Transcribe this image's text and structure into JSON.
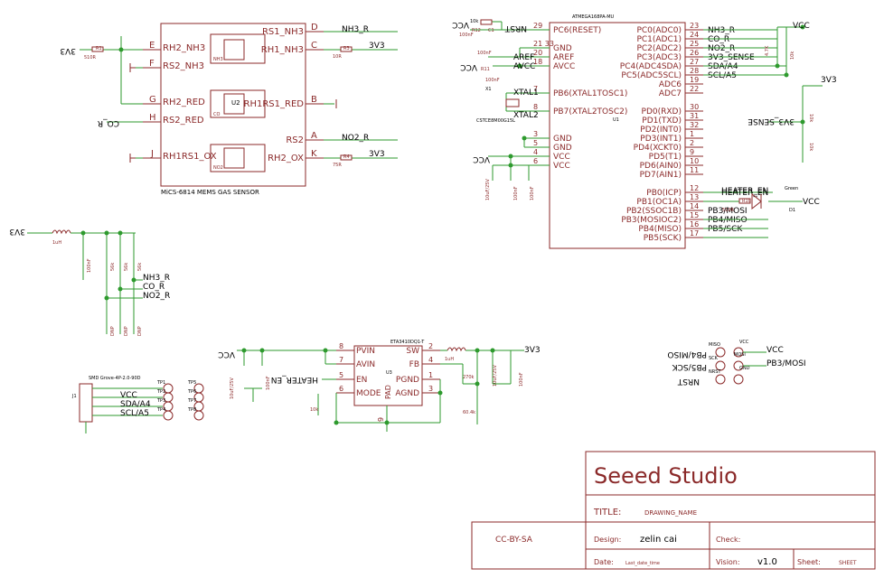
{
  "colors": {
    "symbol": "#8b2a2a",
    "wire": "#2e9a2e",
    "junction": "#2e9a2e",
    "text": "#000000",
    "frame": "#8b2a2a"
  },
  "gas_sensor": {
    "part": "MiCS-6814 MEMS GAS SENSOR",
    "pins_left": [
      "RH2_NH3",
      "RS2_NH3",
      "RH2_RED",
      "RS2_RED",
      "RH1RS1_OX"
    ],
    "pins_left_num": [
      "E",
      "F",
      "G",
      "H",
      "J"
    ],
    "pins_right": [
      "RS1_NH3",
      "RH1_NH3",
      "RH1RS1_RED",
      "RS2",
      "RH2_OX"
    ],
    "pins_right_num": [
      "D",
      "C",
      "B",
      "A",
      "K"
    ],
    "inner": [
      "NH3",
      "U2",
      "CO",
      "NO2"
    ],
    "input_net": "3V3",
    "input_res": "R1",
    "input_res_val": "510R",
    "net_nh3": "NH3_R",
    "net_co": "CO_R",
    "net_no2": "NO2_R",
    "r_right_top": "R3",
    "r_right_top_val": "10R",
    "r_right_bot": "R4",
    "r_right_bot_val": "75R",
    "net_3v3": "3V3"
  },
  "mcu": {
    "part": "ATMEGA168PA-MU",
    "ref": "U1",
    "left_pins": [
      {
        "num": "29",
        "name": "PC6(RESET)"
      },
      {
        "num": "21 33",
        "name": "GND"
      },
      {
        "num": "20",
        "name": "AREF"
      },
      {
        "num": "18",
        "name": "AVCC"
      },
      {
        "num": "7",
        "name": "PB6(XTAL1TOSC1)"
      },
      {
        "num": "8",
        "name": "PB7(XTAL2TOSC2)"
      },
      {
        "num": "3",
        "name": "GND"
      },
      {
        "num": "5",
        "name": "GND"
      },
      {
        "num": "4",
        "name": "VCC"
      },
      {
        "num": "6",
        "name": "VCC"
      }
    ],
    "right_pins": [
      {
        "num": "23",
        "name": "PC0(ADC0)",
        "net": "NH3_R"
      },
      {
        "num": "24",
        "name": "PC1(ADC1)",
        "net": "CO_R"
      },
      {
        "num": "25",
        "name": "PC2(ADC2)",
        "net": "NO2_R"
      },
      {
        "num": "26",
        "name": "PC3(ADC3)",
        "net": "3V3_SENSE"
      },
      {
        "num": "27",
        "name": "PC4(ADC4SDA)",
        "net": "SDA/A4"
      },
      {
        "num": "28",
        "name": "PC5(ADC5SCL)",
        "net": "SCL/A5"
      },
      {
        "num": "19",
        "name": "ADC6",
        "net": ""
      },
      {
        "num": "22",
        "name": "ADC7",
        "net": ""
      },
      {
        "num": "30",
        "name": "PD0(RXD)",
        "net": ""
      },
      {
        "num": "31",
        "name": "PD1(TXD)",
        "net": ""
      },
      {
        "num": "32",
        "name": "PD2(INT0)",
        "net": ""
      },
      {
        "num": "1",
        "name": "PD3(INT1)",
        "net": ""
      },
      {
        "num": "2",
        "name": "PD4(XCKT0)",
        "net": ""
      },
      {
        "num": "9",
        "name": "PD5(T1)",
        "net": ""
      },
      {
        "num": "10",
        "name": "PD6(AIN0)",
        "net": ""
      },
      {
        "num": "11",
        "name": "PD7(AIN1)",
        "net": ""
      },
      {
        "num": "12",
        "name": "PB0(ICP)",
        "net": "HEATER_EN"
      },
      {
        "num": "13",
        "name": "PB1(OC1A)",
        "net": ""
      },
      {
        "num": "14",
        "name": "PB2(SSOC1B)",
        "net": "PB3/MOSI"
      },
      {
        "num": "15",
        "name": "PB3(MOSIOC2)",
        "net": "PB4/MISO"
      },
      {
        "num": "16",
        "name": "PB4(MISO)",
        "net": "PB5/SCK"
      },
      {
        "num": "17",
        "name": "PB5(SCK)",
        "net": ""
      }
    ],
    "vcc": "VCC",
    "nrst": "NRST",
    "r12": "R12",
    "r12_val": "10k",
    "c_reset": "C1",
    "c_reset_val": "100nF",
    "c_aref": "100nF",
    "r11": "R11",
    "avcc_cap": "100nF",
    "aref": "AREF",
    "avcc": "AVCC",
    "xtal1": "XTAL1",
    "xtal2": "XTAL2",
    "crystal": "X1",
    "crystal_part": "CSTCE8M00G15L",
    "dec_caps": [
      "10uF/25V",
      "100nF",
      "100nF"
    ],
    "vcc_left": "VCC",
    "pullup_vcc": "VCC",
    "pullup_left": "4.7K",
    "pullup_right": "10k",
    "sense_3v3": "3V3",
    "sense_net": "3V3_SENSE",
    "sense_r_top": "10k",
    "sense_r_bot": "10k",
    "heater_en": "HEATER_EN",
    "led_res": "R10",
    "led_res_val": "510R",
    "led": "D1",
    "led_color": "Green",
    "led_vcc": "VCC"
  },
  "filter": {
    "net": "3V3",
    "inductor": "1uH",
    "cap": "100nF",
    "res": [
      "56k",
      "56k",
      "56k"
    ],
    "nets": [
      "NH3_R",
      "CO_R",
      "NO2_R"
    ],
    "dnp": [
      "DNP",
      "DNP",
      "DNP"
    ]
  },
  "grove": {
    "label": "SMD Grove-4P-2.0-90D",
    "ref": "J1",
    "tp": [
      "TP1",
      "TP2",
      "TP3",
      "TP4"
    ],
    "tp2": [
      "TP5",
      "TP6",
      "TP7",
      "TP8"
    ],
    "nets": [
      "VCC",
      "SDA/A4",
      "SCL/A5"
    ]
  },
  "regulator": {
    "part": "ETA3410DQ1-T",
    "ref": "U3",
    "left_pins": [
      {
        "num": "8",
        "name": "PVIN"
      },
      {
        "num": "7",
        "name": "AVIN"
      },
      {
        "num": "5",
        "name": "EN"
      },
      {
        "num": "6",
        "name": "MODE"
      }
    ],
    "right_pins": [
      {
        "num": "2",
        "name": "SW"
      },
      {
        "num": "4",
        "name": "FB"
      },
      {
        "num": "1",
        "name": "PGND"
      },
      {
        "num": "3",
        "name": "AGND"
      }
    ],
    "pad": "PAD",
    "pad_num": "9",
    "vcc": "VCC",
    "heater": "HEATER_EN",
    "caps_left": [
      "10uF/25V",
      "100nF"
    ],
    "en_res": "10k",
    "inductor": "1uH",
    "fb_top": "270k",
    "fb_bot": "60.4k",
    "caps_right": [
      "10uF/25V",
      "100nF"
    ],
    "out": "3V3"
  },
  "isp": {
    "pins": [
      "MISO",
      "SCK",
      "NRST",
      "VCC",
      "MOSI",
      "GND"
    ],
    "nets_left": [
      "PB4/MISO",
      "PB5/SCK",
      "NRST"
    ],
    "nets_right": [
      "VCC",
      "PB3/MOSI"
    ]
  },
  "titleblock": {
    "company": "Seeed Studio",
    "title_label": "TITLE:",
    "title_value": "DRAWING_NAME",
    "license": "CC-BY-SA",
    "design_label": "Design:",
    "design_value": "zelin cai",
    "check_label": "Check:",
    "date_label": "Date:",
    "date_value": "Last_date_time",
    "vision_label": "Vision:",
    "vision_value": "v1.0",
    "sheet_label": "Sheet:",
    "sheet_value": "SHEET"
  }
}
